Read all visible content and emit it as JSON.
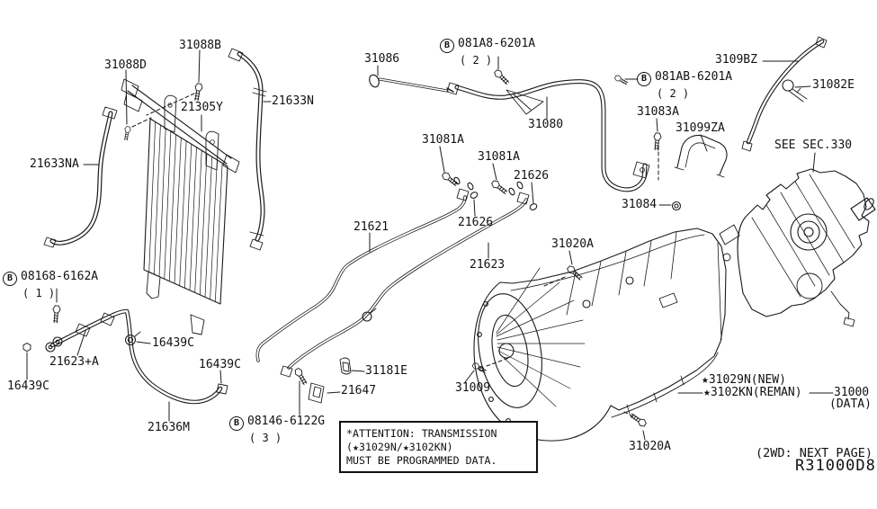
{
  "page": {
    "background": "#ffffff",
    "ink": "#1a1a1a"
  },
  "footer": {
    "page_note": "(2WD: NEXT PAGE)",
    "diagram_code": "R31000D8"
  },
  "attention_box": {
    "line1": "*ATTENTION: TRANSMISSION",
    "line2": "(★31029N/★3102KN)",
    "line3": "MUST BE PROGRAMMED DATA."
  },
  "labels": {
    "p31088b": {
      "text": "31088B"
    },
    "p31088d": {
      "text": "31088D"
    },
    "p21305y": {
      "text": "21305Y"
    },
    "p21633n": {
      "text": "21633N"
    },
    "p21633na": {
      "text": "21633NA"
    },
    "b08168": {
      "circled": "B",
      "text": "08168-6162A",
      "sub": "( 1 )"
    },
    "p21623a": {
      "text": "21623+A"
    },
    "p16439c_left": {
      "text": "16439C"
    },
    "p16439c_mid": {
      "text": "16439C"
    },
    "p16439c_right": {
      "text": "16439C"
    },
    "p21636m": {
      "text": "21636M"
    },
    "b08146": {
      "circled": "B",
      "text": "08146-6122G",
      "sub": "( 3 )"
    },
    "p21621": {
      "text": "21621"
    },
    "p21626_mid": {
      "text": "21626"
    },
    "p21623": {
      "text": "21623"
    },
    "p31081a_left": {
      "text": "31081A"
    },
    "p31081a_right": {
      "text": "31081A"
    },
    "p21626_right": {
      "text": "21626"
    },
    "p31181e": {
      "text": "31181E"
    },
    "p21647": {
      "text": "21647"
    },
    "p31086": {
      "text": "31086"
    },
    "b081a8": {
      "circled": "B",
      "text": "081A8-6201A",
      "sub": "( 2 )"
    },
    "p31080": {
      "text": "31080"
    },
    "b081ab": {
      "circled": "B",
      "text": "081AB-6201A",
      "sub": "( 2 )"
    },
    "p31083a": {
      "text": "31083A"
    },
    "p31099za": {
      "text": "31099ZA"
    },
    "p3109bz": {
      "text": "3109BZ"
    },
    "p31082e": {
      "text": "31082E"
    },
    "see_sec": {
      "text": "SEE SEC.330"
    },
    "p31084": {
      "text": "31084"
    },
    "p31020a_upper": {
      "text": "31020A"
    },
    "p31009": {
      "text": "31009"
    },
    "star_new": {
      "text": "★31029N(NEW)"
    },
    "star_reman": {
      "text": "★3102KN(REMAN)"
    },
    "p31000": {
      "text": "31000"
    },
    "p31000_data": {
      "text": "(DATA)"
    },
    "p31020a_lower": {
      "text": "31020A"
    }
  }
}
